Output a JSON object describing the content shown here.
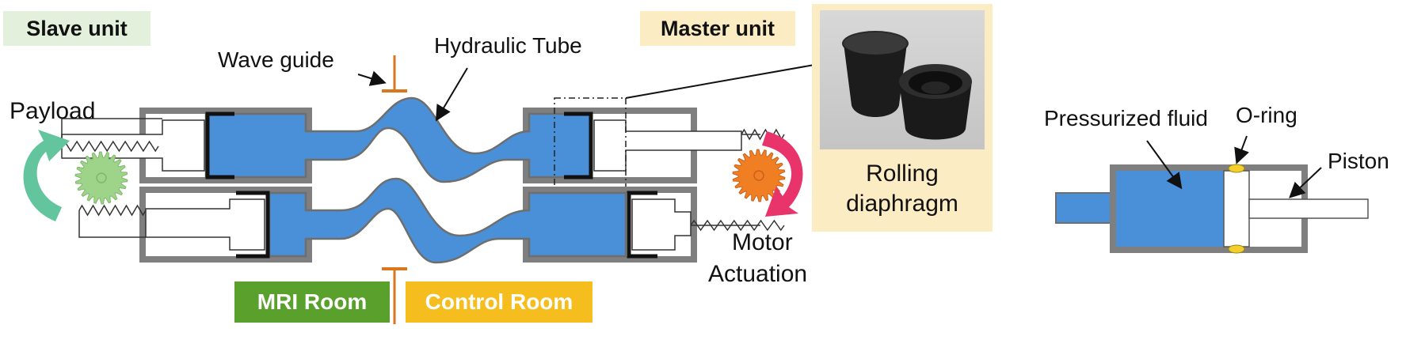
{
  "slave_unit": {
    "label": "Slave unit",
    "bg": "#e3f0dc"
  },
  "master_unit": {
    "label": "Master unit",
    "bg": "#fbecc4"
  },
  "labels": {
    "wave_guide": "Wave guide",
    "hydraulic_tube": "Hydraulic Tube",
    "payload": "Payload",
    "rolling_diaphragm_line1": "Rolling",
    "rolling_diaphragm_line2": "diaphragm",
    "motor_actuation_line1": "Motor",
    "motor_actuation_line2": "Actuation",
    "pressurized_fluid": "Pressurized fluid",
    "o_ring": "O-ring",
    "piston": "Piston"
  },
  "rooms": {
    "mri": {
      "label": "MRI Room",
      "color": "#5aa02c"
    },
    "control": {
      "label": "Control Room",
      "color": "#f6bd1f"
    }
  },
  "colors": {
    "fluid": "#4a90d9",
    "housing": "#7f7f7f",
    "guide": "#d9771f",
    "gear_slave": "#9ed38a",
    "gear_master": "#f07f24",
    "arrow_slave": "#62c59d",
    "arrow_master": "#e8336b",
    "oring": "#f2cf2f"
  }
}
